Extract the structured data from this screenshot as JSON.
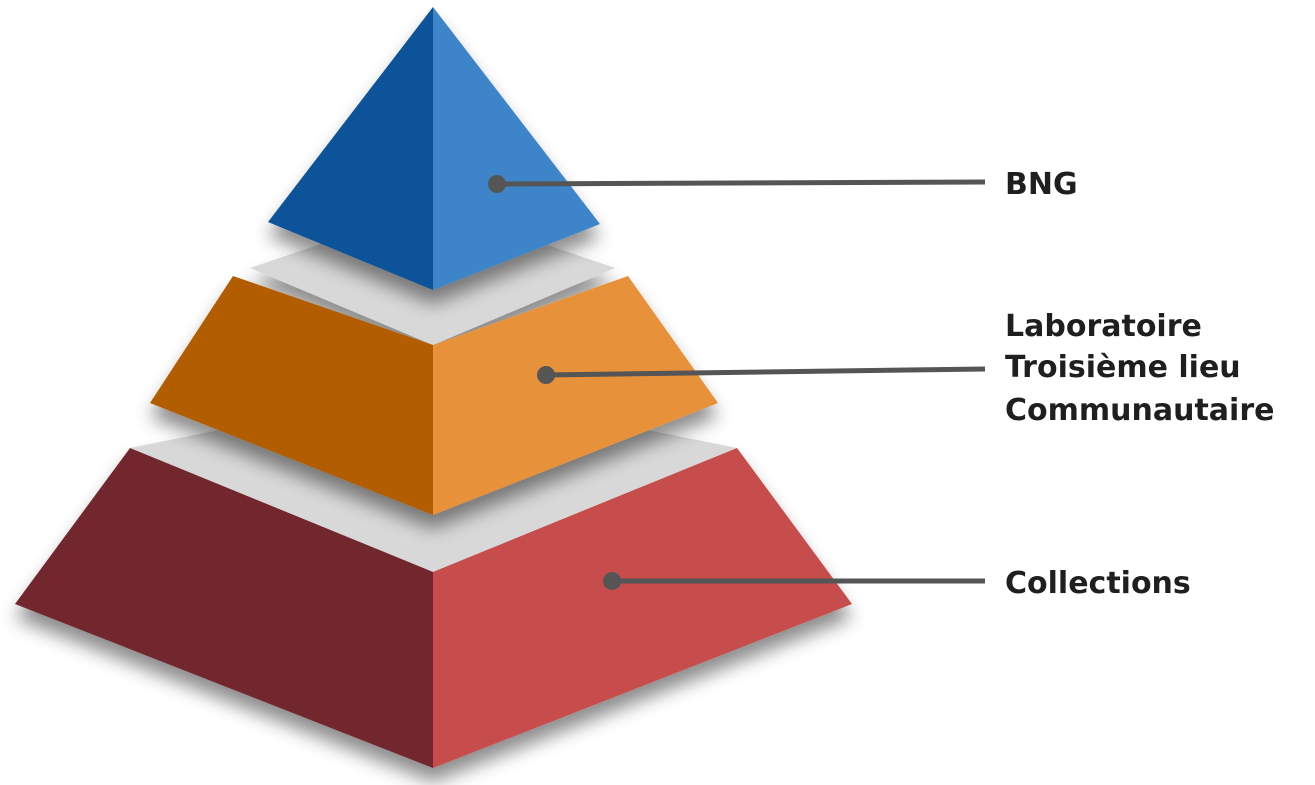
{
  "diagram": {
    "tiers": [
      {
        "id": "top",
        "labels": [
          "BNG"
        ],
        "colors": {
          "left": "#0f5399",
          "right": "#3d85c8"
        }
      },
      {
        "id": "middle",
        "labels": [
          "Laboratoire",
          "Troisième lieu",
          "Communautaire"
        ],
        "colors": {
          "left": "#b25d05",
          "right": "#e8913a"
        }
      },
      {
        "id": "bottom",
        "labels": [
          "Collections"
        ],
        "colors": {
          "left": "#72272d",
          "right": "#c64e4b"
        }
      }
    ],
    "colors": {
      "gap": "#d8d8d8",
      "connector": "#555555",
      "text": "#1f1f1f"
    }
  }
}
